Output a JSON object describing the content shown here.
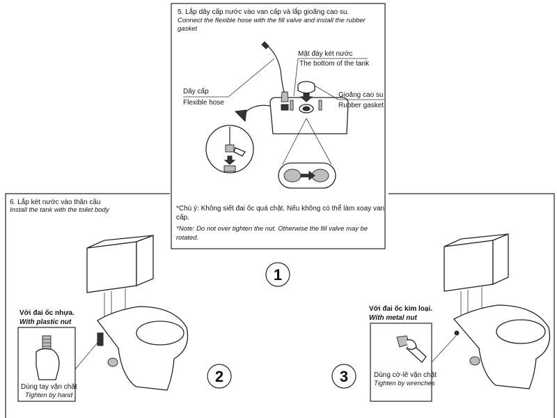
{
  "panel1": {
    "title_vi": "5. Lắp dây cấp nước vào van cấp và lắp gioăng cao su.",
    "title_en_line1": "Connect the flexible hose with the fill valve and install the rubber",
    "title_en_line2": "gasket",
    "label_tank_bottom_vi": "Mặt đáy két nước",
    "label_tank_bottom_en": "The bottom of the tank",
    "label_hose_vi": "Dây cấp",
    "label_hose_en": "Flexible hose",
    "label_gasket_vi": "Gioăng cao su",
    "label_gasket_en": "Rubber gasket",
    "note_vi_line1": "*Chú ý: Không siết đai ốc quá chặt. Nếu không có thể làm xoay van",
    "note_vi_line2": "cấp.",
    "note_en_line1": "*Note: Do not over tighten the nut. Otherwise the fill valve may be",
    "note_en_line2": "rotated."
  },
  "panel2": {
    "title_vi": "6. Lắp két nước vào thân cầu",
    "title_en": "Install the tank with the toilet body",
    "nut_vi": "Với đai ốc nhựa.",
    "nut_en": "With plastic nut",
    "tighten_vi": "Dùng tay vặn chặt",
    "tighten_en": "Tighten by hand"
  },
  "panel3": {
    "nut_vi": "Với đai ốc kim loại.",
    "nut_en": "With metal nut",
    "tighten_vi": "Dùng cờ-lê vặn chặt",
    "tighten_en": "Tighten by wrenches"
  },
  "step_numbers": [
    "1",
    "2",
    "3"
  ]
}
